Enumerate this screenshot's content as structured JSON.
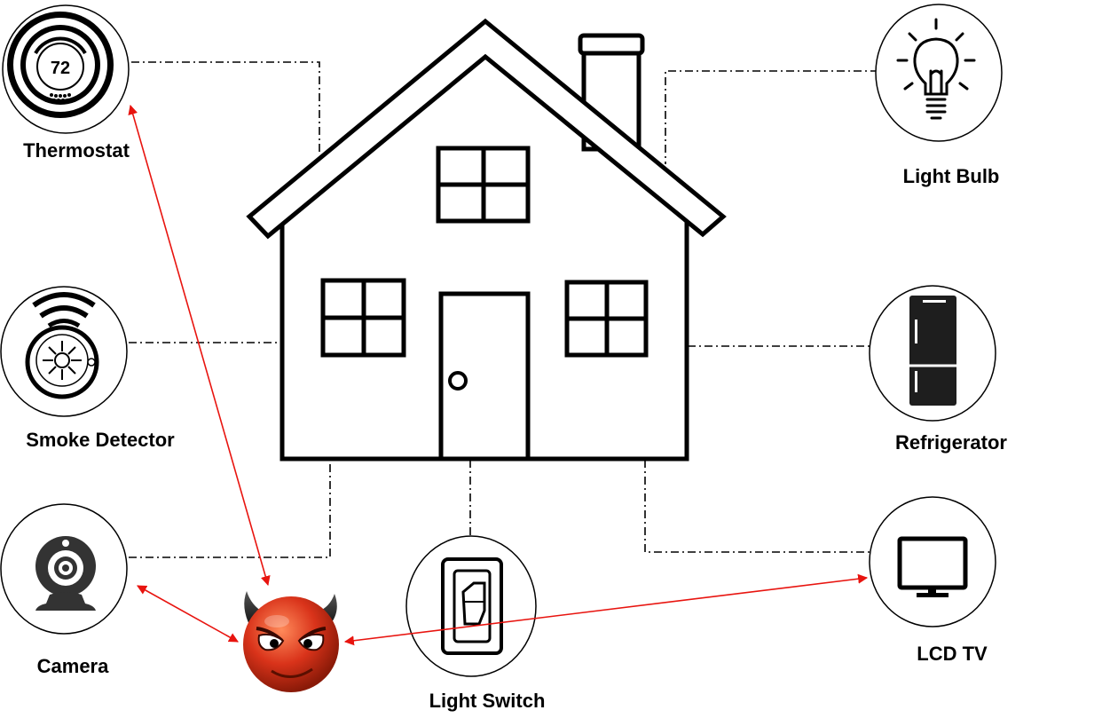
{
  "devices": {
    "thermostat": {
      "label": "Thermostat",
      "icon": "thermostat-icon",
      "display": "72"
    },
    "smoke_detector": {
      "label": "Smoke Detector",
      "icon": "smoke-detector-icon"
    },
    "camera": {
      "label": "Camera",
      "icon": "webcam-icon"
    },
    "light_switch": {
      "label": "Light Switch",
      "icon": "light-switch-icon"
    },
    "light_bulb": {
      "label": "Light Bulb",
      "icon": "light-bulb-icon"
    },
    "refrigerator": {
      "label": "Refrigerator",
      "icon": "refrigerator-icon"
    },
    "lcd_tv": {
      "label": "LCD TV",
      "icon": "tv-monitor-icon"
    }
  },
  "center": {
    "icon": "house-icon"
  },
  "attacker": {
    "icon": "devil-face-icon"
  },
  "colors": {
    "attack_arrow": "#e8140f",
    "connection": "#000000",
    "devil": "#d9331a"
  }
}
